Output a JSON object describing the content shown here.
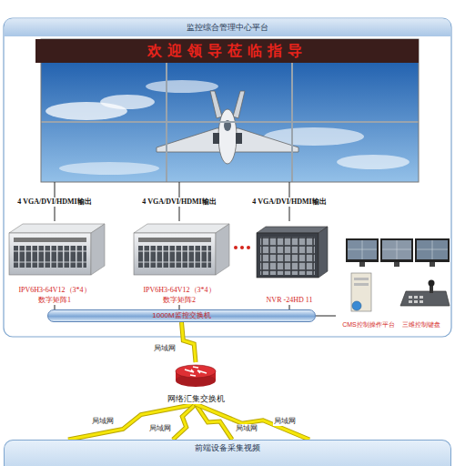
{
  "diagram": {
    "nodes": [
      {
        "text": [
          "监控综合管理中心平台"
        ]
      },
      {
        "text": [
          "欢迎领导莅临指导"
        ],
        "in": 0
      },
      {
        "text": [
          "IPV6H3-64V12（3*4）",
          "数字矩阵1"
        ],
        "in": 0
      },
      {
        "text": [
          "IPV6H3-64V12（3*4）",
          "数字矩阵2"
        ],
        "in": 0
      },
      {
        "text": [
          "NVR -24HD 11"
        ],
        "in": 0
      },
      {
        "text": [
          "CMS控制操作平台"
        ],
        "in": 0
      },
      {
        "text": [
          "三维控制键盘"
        ],
        "in": 0
      },
      {
        "text": [
          "1000M监控交换机"
        ],
        "in": 0
      },
      {
        "text": [
          "网络汇集交换机"
        ]
      },
      {
        "text": [
          "前端设备采集视频"
        ]
      }
    ],
    "edges": [
      {
        "from": 2,
        "to": 1,
        "arrow": "none",
        "label": "4 VGA/DVI/HDMI输出"
      },
      {
        "from": 3,
        "to": 1,
        "arrow": "none",
        "label": "4 VGA/DVI/HDMI输出"
      },
      {
        "from": 4,
        "to": 1,
        "arrow": "none",
        "label": "4 VGA/DVI/HDMI输出"
      },
      {
        "from": 2,
        "to": 7,
        "arrow": "none"
      },
      {
        "from": 3,
        "to": 7,
        "arrow": "none"
      },
      {
        "from": 4,
        "to": 7,
        "arrow": "none"
      },
      {
        "from": 5,
        "to": 7,
        "arrow": "none"
      },
      {
        "from": 7,
        "to": 8,
        "arrow": "none",
        "label": "局域网"
      },
      {
        "from": 8,
        "to": 9,
        "arrow": "none",
        "label": "局域网"
      },
      {
        "from": 8,
        "to": 9,
        "arrow": "none",
        "label": "局域网"
      },
      {
        "from": 8,
        "to": 9,
        "arrow": "none",
        "label": "局域网"
      },
      {
        "from": 8,
        "to": 9,
        "arrow": "none",
        "label": "局域网"
      }
    ]
  }
}
